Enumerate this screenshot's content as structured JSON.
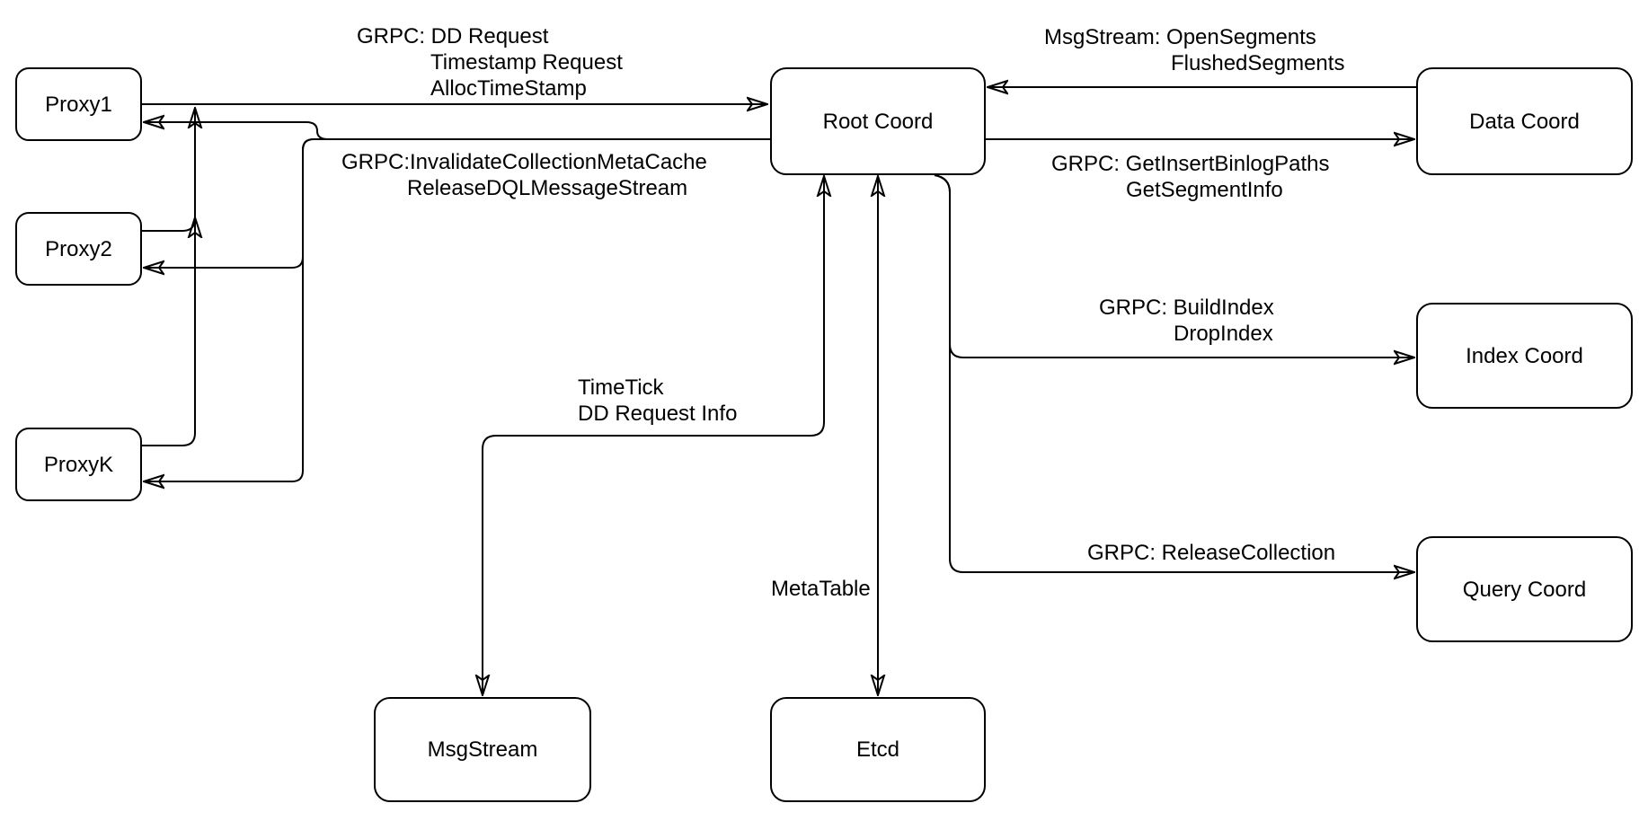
{
  "nodes": {
    "proxy1": {
      "label": "Proxy1"
    },
    "proxy2": {
      "label": "Proxy2"
    },
    "proxyk": {
      "label": "ProxyK"
    },
    "root_coord": {
      "label": "Root Coord"
    },
    "data_coord": {
      "label": "Data Coord"
    },
    "index_coord": {
      "label": "Index Coord"
    },
    "query_coord": {
      "label": "Query Coord"
    },
    "msgstream": {
      "label": "MsgStream"
    },
    "etcd": {
      "label": "Etcd"
    }
  },
  "edge_labels": {
    "proxies_to_root": [
      "GRPC: DD Request",
      "Timestamp Request",
      "AllocTimeStamp"
    ],
    "root_to_proxies": [
      "GRPC:InvalidateCollectionMetaCache",
      "ReleaseDQLMessageStream"
    ],
    "data_to_root": [
      "MsgStream: OpenSegments",
      "FlushedSegments"
    ],
    "root_to_data": [
      "GRPC: GetInsertBinlogPaths",
      "GetSegmentInfo"
    ],
    "root_to_index": [
      "GRPC: BuildIndex",
      "DropIndex"
    ],
    "root_to_query": [
      "GRPC: ReleaseCollection"
    ],
    "root_to_msgstream": [
      "TimeTick",
      "DD Request Info"
    ],
    "root_to_etcd": [
      "MetaTable"
    ]
  },
  "colors": {
    "background": "#ffffff",
    "node_fill": "#ffffff",
    "stroke": "#000000",
    "text": "#000000"
  }
}
